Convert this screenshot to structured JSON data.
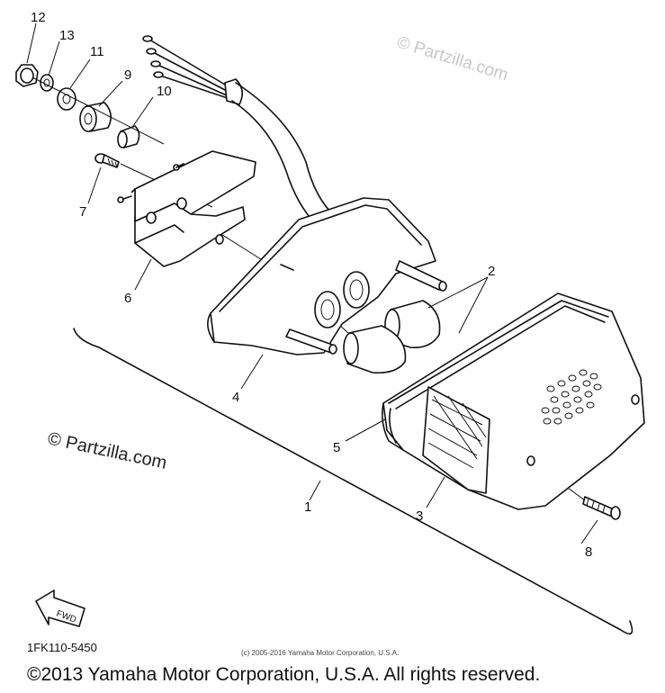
{
  "callouts": {
    "c1": "1",
    "c2": "2",
    "c3": "3",
    "c4": "4",
    "c5": "5",
    "c6": "6",
    "c7": "7",
    "c8": "8",
    "c9": "9",
    "c10": "10",
    "c11": "11",
    "c12": "12",
    "c13": "13"
  },
  "watermarks": {
    "top_right": "© Partzilla.com",
    "left": "© Partzilla.com"
  },
  "fwd_label": "FWD",
  "part_code": "1FK110-5450",
  "small_copyright": "(c) 2005-2016 Yamaha Motor Corporation, U.S.A.",
  "copyright": "©2013 Yamaha Motor Corporation, U.S.A. All rights reserved."
}
